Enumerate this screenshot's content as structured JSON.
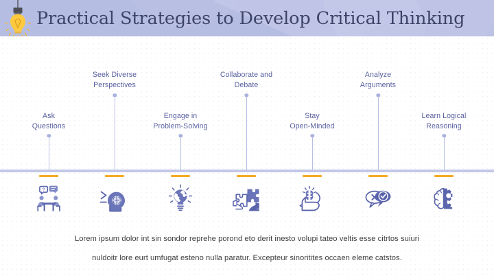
{
  "header": {
    "title": "Practical Strategies to Develop Critical Thinking",
    "bulb_icon": "lightbulb-icon",
    "band_color": "#b6bde2",
    "title_color": "#3d4469"
  },
  "theme": {
    "accent_orange": "#f5ab27",
    "icon_purple": "#5b65ac",
    "label_purple": "#5a62a0",
    "line_purple": "#b9bfe3",
    "divider_purple": "#c2c7e8"
  },
  "steps": [
    {
      "label_line1": "Ask",
      "label_line2": "Questions",
      "icon": "discussion-table-icon",
      "row": "low"
    },
    {
      "label_line1": "Seek Diverse",
      "label_line2": "Perspectives",
      "icon": "head-brain-arrows-icon",
      "row": "high"
    },
    {
      "label_line1": "Engage in",
      "label_line2": "Problem-Solving",
      "icon": "bulb-globe-icon",
      "row": "low"
    },
    {
      "label_line1": "Collaborate and",
      "label_line2": "Debate",
      "icon": "hands-puzzle-icon",
      "row": "high"
    },
    {
      "label_line1": "Stay",
      "label_line2": "Open-Minded",
      "icon": "open-mind-brain-icon",
      "row": "low"
    },
    {
      "label_line1": "Analyze",
      "label_line2": "Arguments",
      "icon": "speech-bubbles-x-check-icon",
      "row": "high"
    },
    {
      "label_line1": "Learn Logical",
      "label_line2": "Reasoning",
      "icon": "brain-gear-icon",
      "row": "low"
    }
  ],
  "footer": {
    "line1": "Lorem ipsum dolor int sin sondor reprehe porond eto derit inesto volupi tateo veltis esse citrtos suiuri",
    "line2": "nuldoitr lore eurt umfugat esteno nulla paratur. Excepteur sinoritites occaen eleme catstos."
  }
}
